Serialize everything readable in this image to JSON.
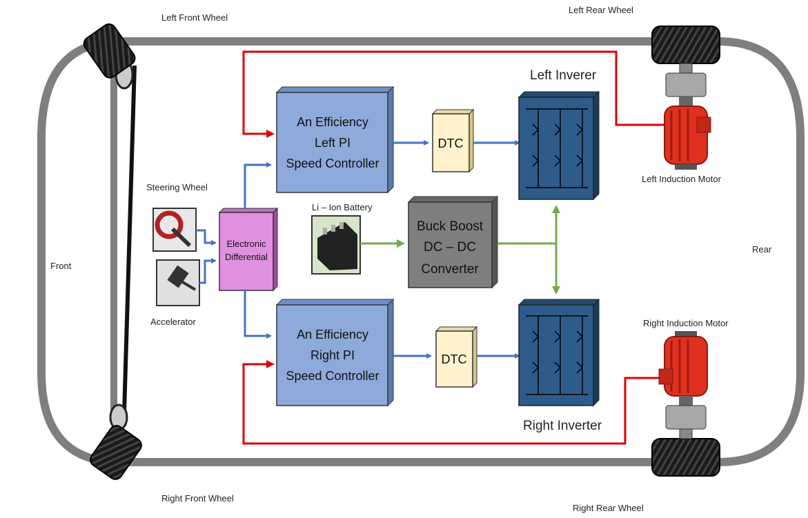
{
  "labels": {
    "left_front_wheel": "Left Front Wheel",
    "left_rear_wheel": "Left Rear Wheel",
    "right_front_wheel": "Right Front Wheel",
    "right_rear_wheel": "Right Rear Wheel",
    "front": "Front",
    "rear": "Rear",
    "steering_wheel": "Steering Wheel",
    "accelerator": "Accelerator",
    "battery": "Li – Ion Battery",
    "left_inverter": "Left Inverer",
    "right_inverter": "Right Inverter",
    "left_motor": "Left Induction Motor",
    "right_motor": "Right Induction Motor"
  },
  "blocks": {
    "left_pi": [
      "An Efficiency",
      "Left PI",
      "Speed Controller"
    ],
    "right_pi": [
      "An Efficiency",
      "Right PI",
      "Speed Controller"
    ],
    "dtc_left": "DTC",
    "dtc_right": "DTC",
    "ed": [
      "Electronic",
      "Differential"
    ],
    "converter": [
      "Buck Boost",
      "DC – DC",
      "Converter"
    ]
  },
  "colors": {
    "frame": "#7f7f7f",
    "pi_fill": "#8eaadb",
    "dtc_fill": "#fff2cc",
    "ed_fill": "#e091e0",
    "converter_fill": "#7f7f7f",
    "inverter_fill": "#2e5c8a",
    "blue_arrow": "#4472c4",
    "green_arrow": "#70ad47",
    "red_line": "#e00000",
    "motor": "#e03020"
  }
}
